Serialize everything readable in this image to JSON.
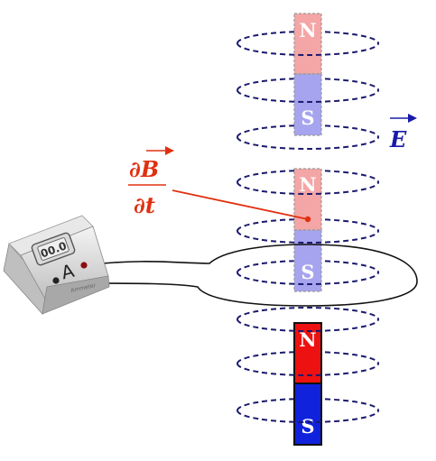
{
  "magnets": [
    {
      "north_label": "N",
      "south_label": "S",
      "north_color": "#f4a6a6",
      "south_color": "#a7a4ef",
      "style": "faded"
    },
    {
      "north_label": "N",
      "south_label": "S",
      "north_color": "#f4a6a6",
      "south_color": "#a7a4ef",
      "style": "faded"
    },
    {
      "north_label": "N",
      "south_label": "S",
      "north_color": "#ee1111",
      "south_color": "#1122dd",
      "style": "solid"
    }
  ],
  "field_vector_label": "E",
  "rate_label": {
    "numerator": "∂B",
    "denominator": "∂t"
  },
  "ammeter": {
    "display": "00.0",
    "unit_symbol": "A",
    "brand_label": "Ammeter"
  },
  "colors": {
    "field_line": "#1a1a6e",
    "field_label": "#1a1aaa",
    "rate_label": "#e03010",
    "coil": "#111111"
  }
}
